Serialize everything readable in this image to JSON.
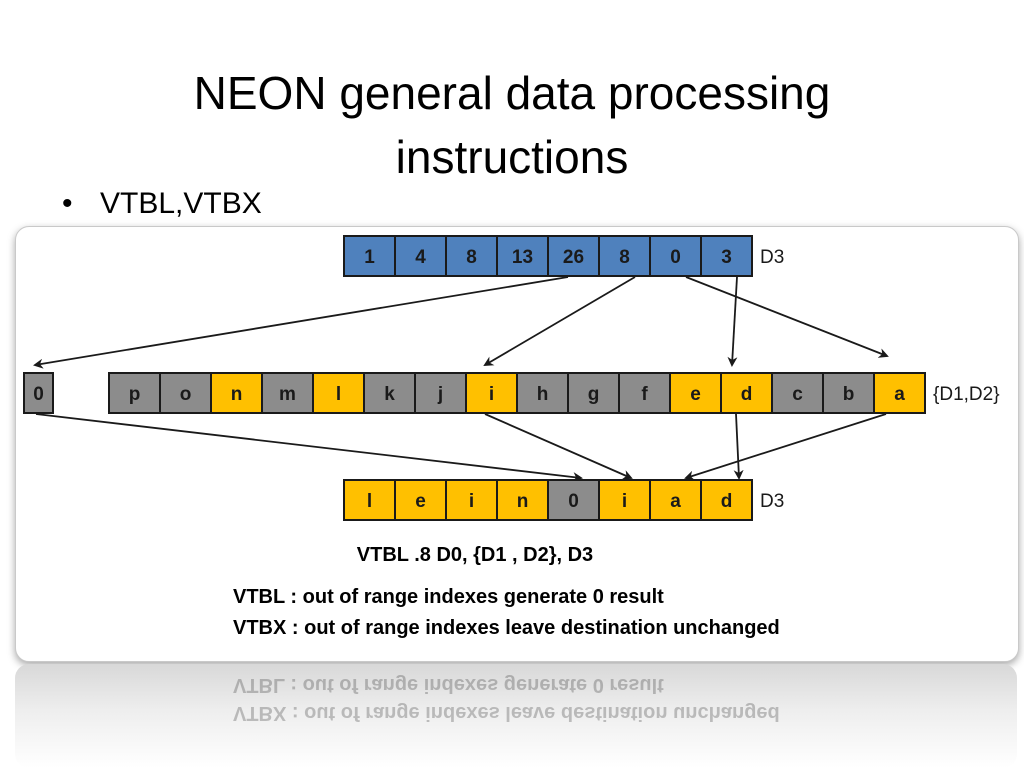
{
  "slide": {
    "title_lines": [
      "NEON general data processing",
      "instructions"
    ],
    "bullet": "VTBL,VTBX"
  },
  "diagram": {
    "colors": {
      "blue": "#4f81bd",
      "gray": "#8c8c8c",
      "yellow": "#ffc000",
      "border": "#1a1a1a",
      "arrow": "#1a1a1a"
    },
    "index_register": {
      "label": "D3",
      "cells": [
        {
          "text": "1",
          "color": "blue"
        },
        {
          "text": "4",
          "color": "blue"
        },
        {
          "text": "8",
          "color": "blue"
        },
        {
          "text": "13",
          "color": "blue"
        },
        {
          "text": "26",
          "color": "blue"
        },
        {
          "text": "8",
          "color": "blue"
        },
        {
          "text": "0",
          "color": "blue"
        },
        {
          "text": "3",
          "color": "blue"
        }
      ]
    },
    "out_of_range_cell": {
      "text": "0",
      "color": "gray"
    },
    "table_register": {
      "label": "{D1,D2}",
      "cells": [
        {
          "text": "p",
          "color": "gray"
        },
        {
          "text": "o",
          "color": "gray"
        },
        {
          "text": "n",
          "color": "yellow"
        },
        {
          "text": "m",
          "color": "gray"
        },
        {
          "text": "l",
          "color": "yellow"
        },
        {
          "text": "k",
          "color": "gray"
        },
        {
          "text": "j",
          "color": "gray"
        },
        {
          "text": "i",
          "color": "yellow"
        },
        {
          "text": "h",
          "color": "gray"
        },
        {
          "text": "g",
          "color": "gray"
        },
        {
          "text": "f",
          "color": "gray"
        },
        {
          "text": "e",
          "color": "yellow"
        },
        {
          "text": "d",
          "color": "yellow"
        },
        {
          "text": "c",
          "color": "gray"
        },
        {
          "text": "b",
          "color": "gray"
        },
        {
          "text": "a",
          "color": "yellow"
        }
      ]
    },
    "result_register": {
      "label": "D3",
      "cells": [
        {
          "text": "l",
          "color": "yellow"
        },
        {
          "text": "e",
          "color": "yellow"
        },
        {
          "text": "i",
          "color": "yellow"
        },
        {
          "text": "n",
          "color": "yellow"
        },
        {
          "text": "0",
          "color": "gray"
        },
        {
          "text": "i",
          "color": "yellow"
        },
        {
          "text": "a",
          "color": "yellow"
        },
        {
          "text": "d",
          "color": "yellow"
        }
      ]
    },
    "instruction": "VTBL .8 D0, {D1 , D2}, D3",
    "notes": [
      "VTBL : out of range indexes generate 0 result",
      "VTBX : out of range indexes leave destination unchanged"
    ]
  }
}
